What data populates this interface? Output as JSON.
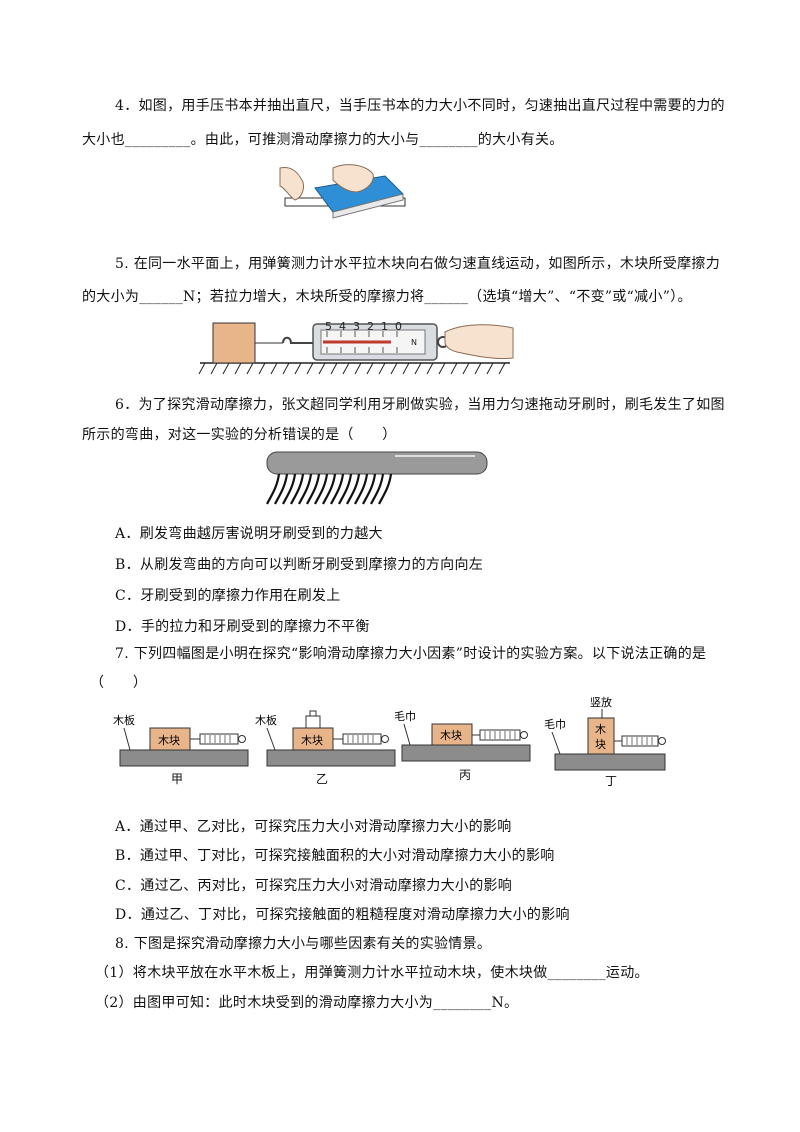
{
  "q4": {
    "line1": "4．如图，用手压书本并抽出直尺，当手压书本的力大小不同时，匀速抽出直尺过程中需要的力的",
    "line2": "大小也_________。由此，可推测滑动摩擦力的大小与________的大小有关。"
  },
  "q5": {
    "line1": "5. 在同一水平面上，用弹簧测力计水平拉木块向右做匀速直线运动，如图所示，木块所受摩擦力",
    "line2": "的大小为______N；若拉力增大，木块所受的摩擦力将______（选填“增大”、“不变”或“减小”）。",
    "scale_unit": "N",
    "scale_numbers": [
      "5",
      "4",
      "3",
      "2",
      "1",
      "0"
    ]
  },
  "q6": {
    "line1": "6．为了探究滑动摩擦力，张文超同学利用牙刷做实验，当用力匀速拖动牙刷时，刷毛发生了如图",
    "line2": "所示的弯曲，对这一实验的分析错误的是（　　）",
    "options": [
      "A．刷发弯曲越厉害说明牙刷受到的力越大",
      "B．从刷发弯曲的方向可以判断牙刷受到摩擦力的方向向左",
      "C．牙刷受到的摩擦力作用在刷发上",
      "D．手的拉力和牙刷受到的摩擦力不平衡"
    ]
  },
  "q7": {
    "line1": "7. 下列四幅图是小明在探究“影响滑动摩擦力大小因素”时设计的实验方案。以下说法正确的是",
    "line2": "（　　）",
    "figs": [
      {
        "surface": "木板",
        "block": "木块",
        "caption": "甲"
      },
      {
        "surface": "木板",
        "block": "木块",
        "caption": "乙"
      },
      {
        "surface": "毛巾",
        "block": "木块",
        "caption": "丙"
      },
      {
        "surface": "毛巾",
        "block": "木\n块",
        "top": "竖放",
        "caption": "丁"
      }
    ],
    "options": [
      "A．通过甲、乙对比，可探究压力大小对滑动摩擦力大小的影响",
      "B．通过甲、丁对比，可探究接触面积的大小对滑动摩擦力大小的影响",
      "C．通过乙、丙对比，可探究压力大小对滑动摩擦力大小的影响",
      "D．通过乙、丁对比，可探究接触面的粗糙程度对滑动摩擦力大小的影响"
    ]
  },
  "q8": {
    "line1": "8. 下图是探究滑动摩擦力大小与哪些因素有关的实验情景。",
    "sub1": "（1）将木块平放在水平木板上，用弹簧测力计水平拉动木块，使木块做________运动。",
    "sub2": "（2）由图甲可知：此时木块受到的滑动摩擦力大小为________N。"
  },
  "colors": {
    "block": "#e8b48a",
    "board": "#8c8c8c",
    "book": "#2f8fd6",
    "handle": "#999999"
  }
}
